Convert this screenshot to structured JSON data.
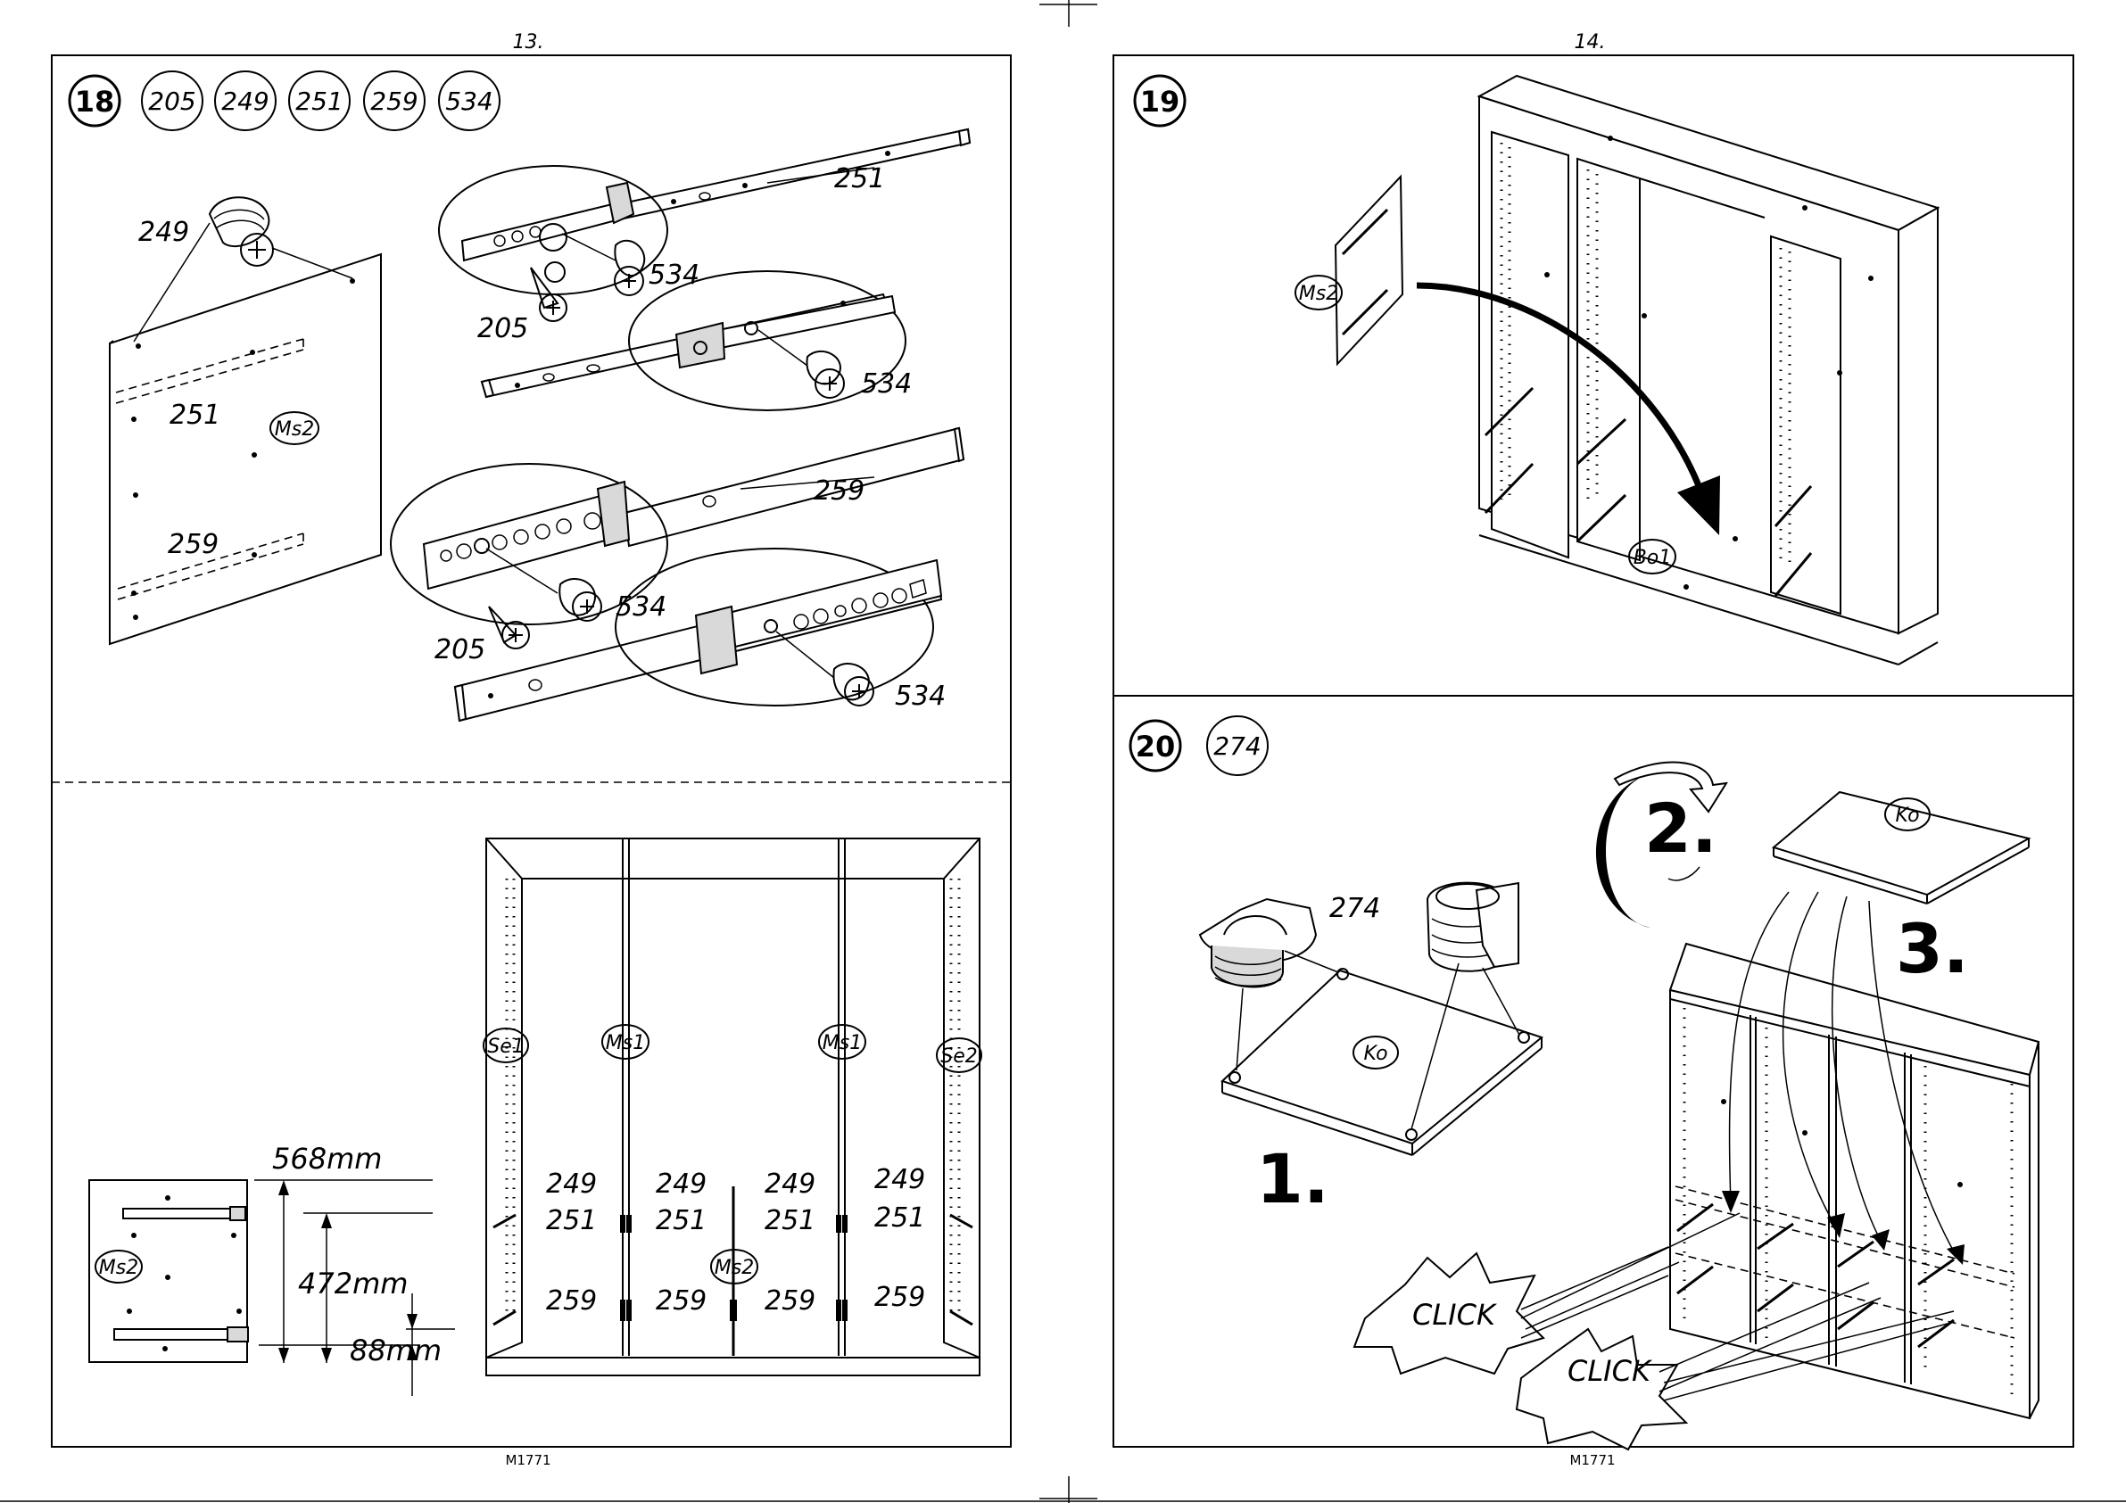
{
  "pages": [
    {
      "number": "13.",
      "footer": "M1771"
    },
    {
      "number": "14.",
      "footer": "M1771"
    }
  ],
  "steps": [
    {
      "number": "18",
      "parts": [
        "205",
        "249",
        "251",
        "259",
        "534"
      ]
    },
    {
      "number": "19",
      "parts": []
    },
    {
      "number": "20",
      "parts": [
        "274"
      ]
    }
  ],
  "panel_labels": {
    "ms2": "Ms2",
    "ms1": "Ms1",
    "se1": "Se1",
    "se2": "Se2",
    "bo1": "Bo1",
    "ko": "Ko"
  },
  "callouts": {
    "p249": "249",
    "p251": "251",
    "p259": "259",
    "p205": "205",
    "p534": "534",
    "p274": "274"
  },
  "dimensions": {
    "top": "568mm",
    "middle": "472mm",
    "bottom": "88mm"
  },
  "sequence": {
    "one": "1.",
    "two": "2.",
    "three": "3."
  },
  "click_text": "CLICK"
}
